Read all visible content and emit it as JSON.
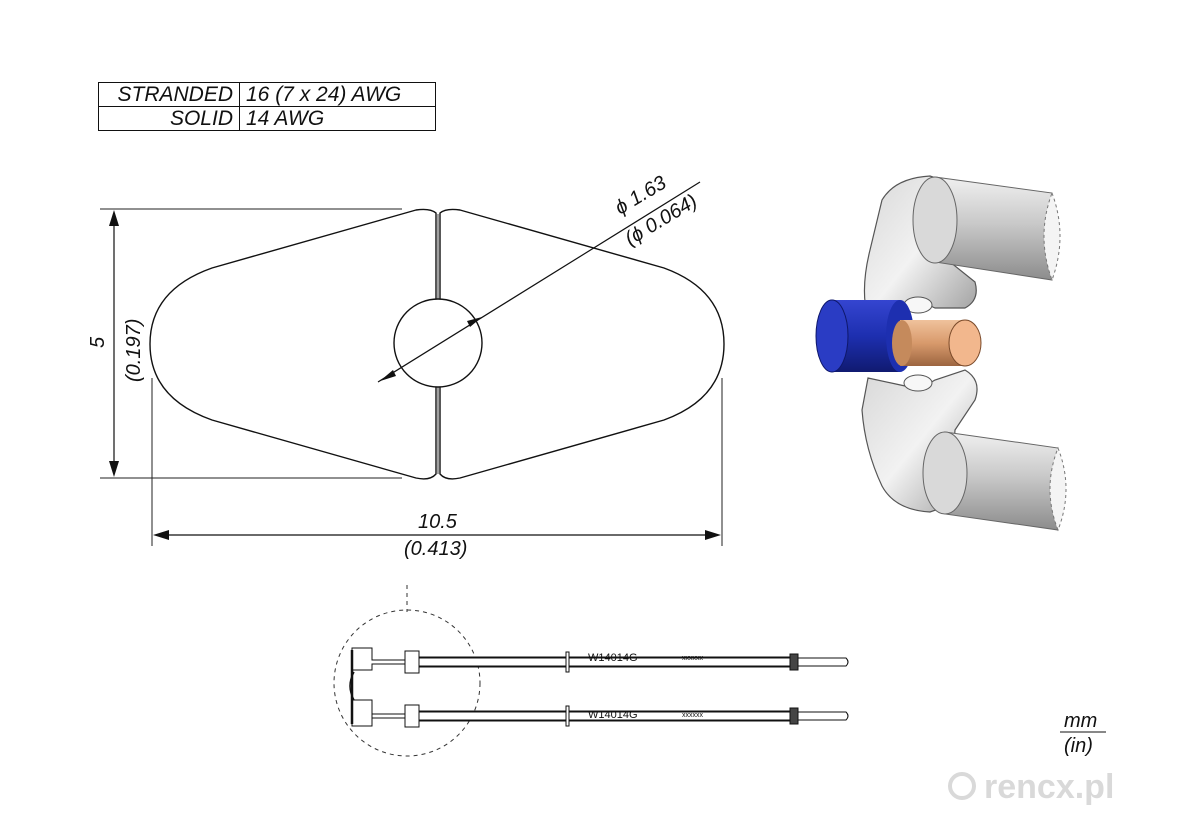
{
  "wire_table": {
    "rows": [
      {
        "type": "STRANDED",
        "gauge": "16 (7 x 24) AWG"
      },
      {
        "type": "SOLID",
        "gauge": "14 AWG"
      }
    ]
  },
  "dimensions": {
    "hole_mm": "ϕ 1.63",
    "hole_in": "(ϕ 0.064)",
    "height_mm": "5",
    "height_in": "(0.197)",
    "width_mm": "10.5",
    "width_in": "(0.413)"
  },
  "tip": {
    "marking_upper": "W14014G",
    "serial_upper": "xxxxxx",
    "marking_lower": "W14014G",
    "serial_lower": "xxxxxx"
  },
  "units": {
    "primary": "mm",
    "secondary": "(in)"
  },
  "watermark": "rencx.pl",
  "colors": {
    "insulation": "#1d2fb0",
    "copper": "#e0a679",
    "tip_metal": "#bfbfbf"
  }
}
